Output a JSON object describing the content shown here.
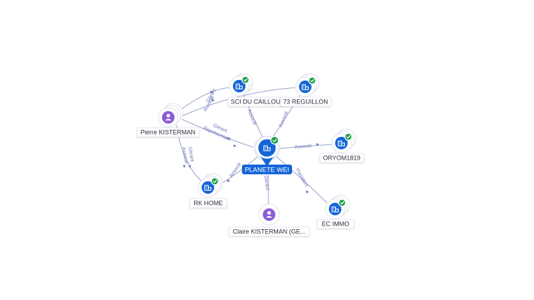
{
  "diagram": {
    "center": {
      "id": "planete",
      "label": "PLANETE WEI",
      "kind": "company",
      "icon": "building-icon",
      "verified": true
    },
    "nodes": [
      {
        "id": "sci",
        "label": "SCI DU CAILLOUX",
        "kind": "company",
        "icon": "building-icon",
        "verified": true
      },
      {
        "id": "reg",
        "label": "73 REGUILLON",
        "kind": "company",
        "icon": "building-icon",
        "verified": true
      },
      {
        "id": "pierre",
        "label": "Pierre KISTERMAN",
        "kind": "person",
        "icon": "person-icon",
        "verified": false
      },
      {
        "id": "oryom",
        "label": "ORYOM1819",
        "kind": "company",
        "icon": "building-icon",
        "verified": true
      },
      {
        "id": "rk",
        "label": "RK HOME",
        "kind": "company",
        "icon": "building-icon",
        "verified": true
      },
      {
        "id": "claire",
        "label": "Claire KISTERMAN (GE...",
        "kind": "person",
        "icon": "person-icon",
        "verified": false
      },
      {
        "id": "ec",
        "label": "EC IMMO",
        "kind": "company",
        "icon": "building-icon",
        "verified": true
      }
    ],
    "edges": [
      {
        "from": "pierre",
        "to": "sci",
        "labels": [
          "Gérant",
          "Associé"
        ]
      },
      {
        "from": "pierre",
        "to": "reg",
        "labels": []
      },
      {
        "from": "pierre",
        "to": "planete",
        "labels": [
          "Gérant",
          "Représentant"
        ]
      },
      {
        "from": "pierre",
        "to": "rk",
        "labels": [
          "Gérant",
          "Associé"
        ]
      },
      {
        "from": "planete",
        "to": "sci",
        "labels": [
          "Associé"
        ]
      },
      {
        "from": "planete",
        "to": "reg",
        "labels": [
          "Associé"
        ]
      },
      {
        "from": "planete",
        "to": "oryom",
        "labels": [
          "Associé"
        ]
      },
      {
        "from": "planete",
        "to": "rk",
        "labels": [
          "Associé"
        ]
      },
      {
        "from": "claire",
        "to": "planete",
        "labels": [
          "Gérant"
        ]
      },
      {
        "from": "planete",
        "to": "ec",
        "labels": [
          "Président"
        ]
      }
    ]
  }
}
